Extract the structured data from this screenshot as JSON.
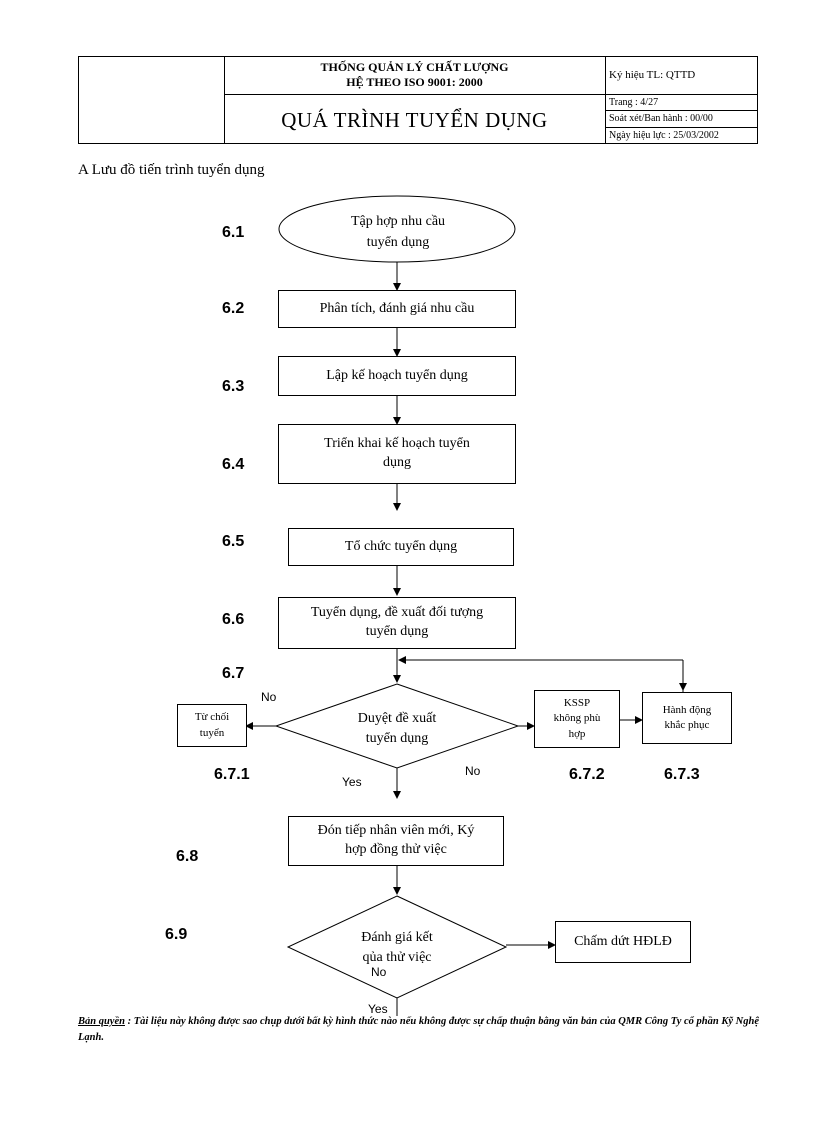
{
  "header": {
    "title_line1": "THỐNG QUẢN LÝ CHẤT LƯỢNG",
    "title_line2": "HỆ  THEO ISO 9001: 2000",
    "main_title": "QUÁ TRÌNH TUYỂN DỤNG",
    "doc_code": "Ký hiệu TL: QTTD",
    "page": "Trang : 4/27",
    "revision": "Soát xét/Ban hành : 00/00",
    "effective_date": "Ngày hiệu lực : 25/03/2002"
  },
  "section_title": "A Lưu đồ tiến trình tuyển dụng",
  "steps": {
    "s61": {
      "num": "6.1",
      "line1": "Tập hợp nhu cầu",
      "line2": "tuyển dụng"
    },
    "s62": {
      "num": "6.2",
      "text": "Phân tích, đánh giá nhu cầu"
    },
    "s63": {
      "num": "6.3",
      "text": "Lập kế hoạch tuyển dụng"
    },
    "s64": {
      "num": "6.4",
      "line1": "Triển khai kế hoạch tuyển",
      "line2": "dụng"
    },
    "s65": {
      "num": "6.5",
      "text": "Tổ chức tuyển dụng"
    },
    "s66": {
      "num": "6.6",
      "line1": "Tuyển dụng, đề xuất đối tượng",
      "line2": "tuyển dụng"
    },
    "s67": {
      "num": "6.7",
      "line1": "Duyệt đề xuất",
      "line2": "tuyển dụng"
    },
    "s671": {
      "num": "6.7.1",
      "line1": "Từ chối",
      "line2": "tuyển"
    },
    "s672": {
      "num": "6.7.2",
      "line1": "KSSP",
      "line2": "không phù",
      "line3": "hợp"
    },
    "s673": {
      "num": "6.7.3",
      "line1": "Hành động",
      "line2": "khắc phục"
    },
    "s68": {
      "num": "6.8",
      "line1": "Đón tiếp nhân viên mới, Ký",
      "line2": "hợp đồng thử việc"
    },
    "s69": {
      "num": "6.9",
      "line1": "Đánh giá kết",
      "line2": "qủa thử việc"
    },
    "s69_end": {
      "text": "Chấm dứt HĐLĐ"
    }
  },
  "branches": {
    "no_left": "No",
    "yes_down": "Yes",
    "no_right": "No",
    "no_69": "No",
    "yes_69": "Yes"
  },
  "footer": {
    "label": "Bản quyền",
    "text": " : Tài liệu này không được sao chụp dưới bất kỳ hình thức nào nếu không được sự chấp thuận bằng văn bản của QMR  Công Ty cổ phần Kỹ Nghệ Lạnh."
  }
}
